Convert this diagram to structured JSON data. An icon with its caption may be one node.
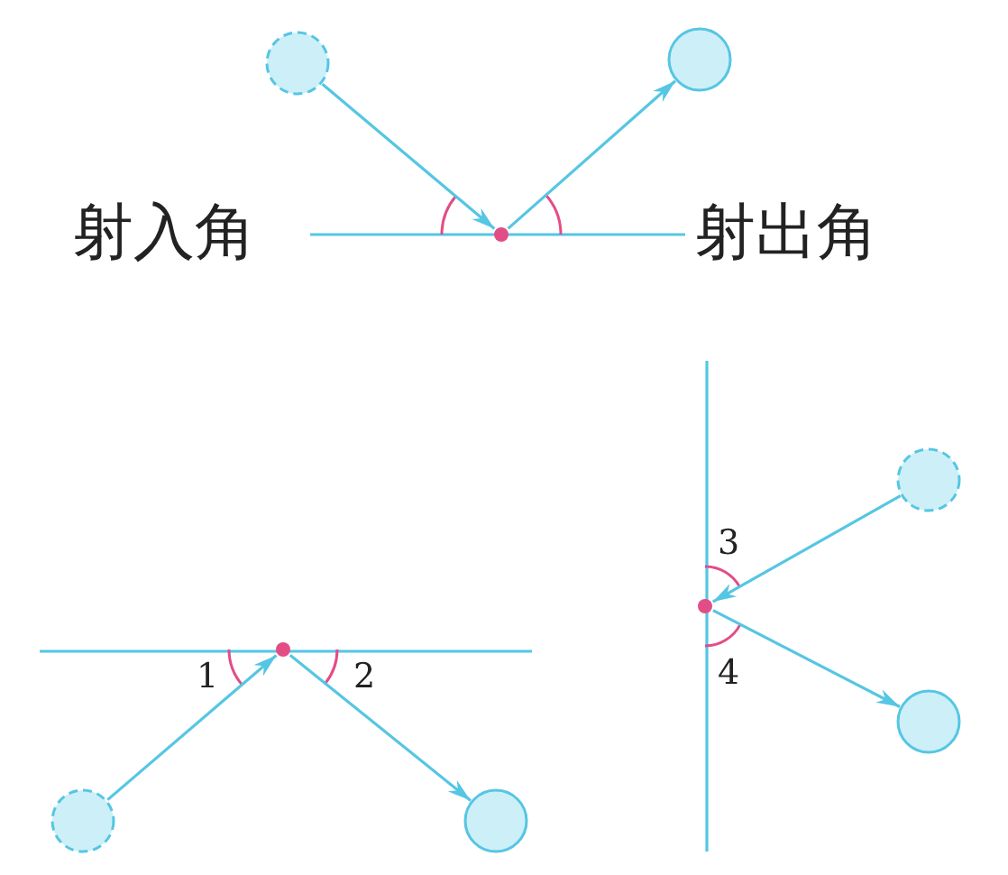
{
  "diagram": {
    "nodes": [
      {
        "text": [],
        "shape": "circle"
      },
      {
        "text": [],
        "shape": "circle"
      },
      {
        "text": [],
        "shape": "dot"
      },
      {
        "text": [],
        "shape": "circle"
      },
      {
        "text": [],
        "shape": "dot"
      },
      {
        "text": [],
        "shape": "dot"
      },
      {
        "text": [],
        "shape": "circle"
      },
      {
        "text": [],
        "shape": "circle"
      },
      {
        "text": [],
        "shape": "circle"
      }
    ],
    "edges": [
      {
        "from": 0,
        "to": 2,
        "arrow": "to"
      },
      {
        "from": 2,
        "to": 1,
        "arrow": "to"
      },
      {
        "from": 3,
        "to": 4,
        "arrow": "to"
      },
      {
        "from": 4,
        "to": 6,
        "arrow": "to"
      },
      {
        "from": 7,
        "to": 5,
        "arrow": "to"
      },
      {
        "from": 5,
        "to": 8,
        "arrow": "to"
      }
    ],
    "labels": [
      "射入角",
      "射出角",
      "3",
      "1",
      "2",
      "4"
    ]
  }
}
